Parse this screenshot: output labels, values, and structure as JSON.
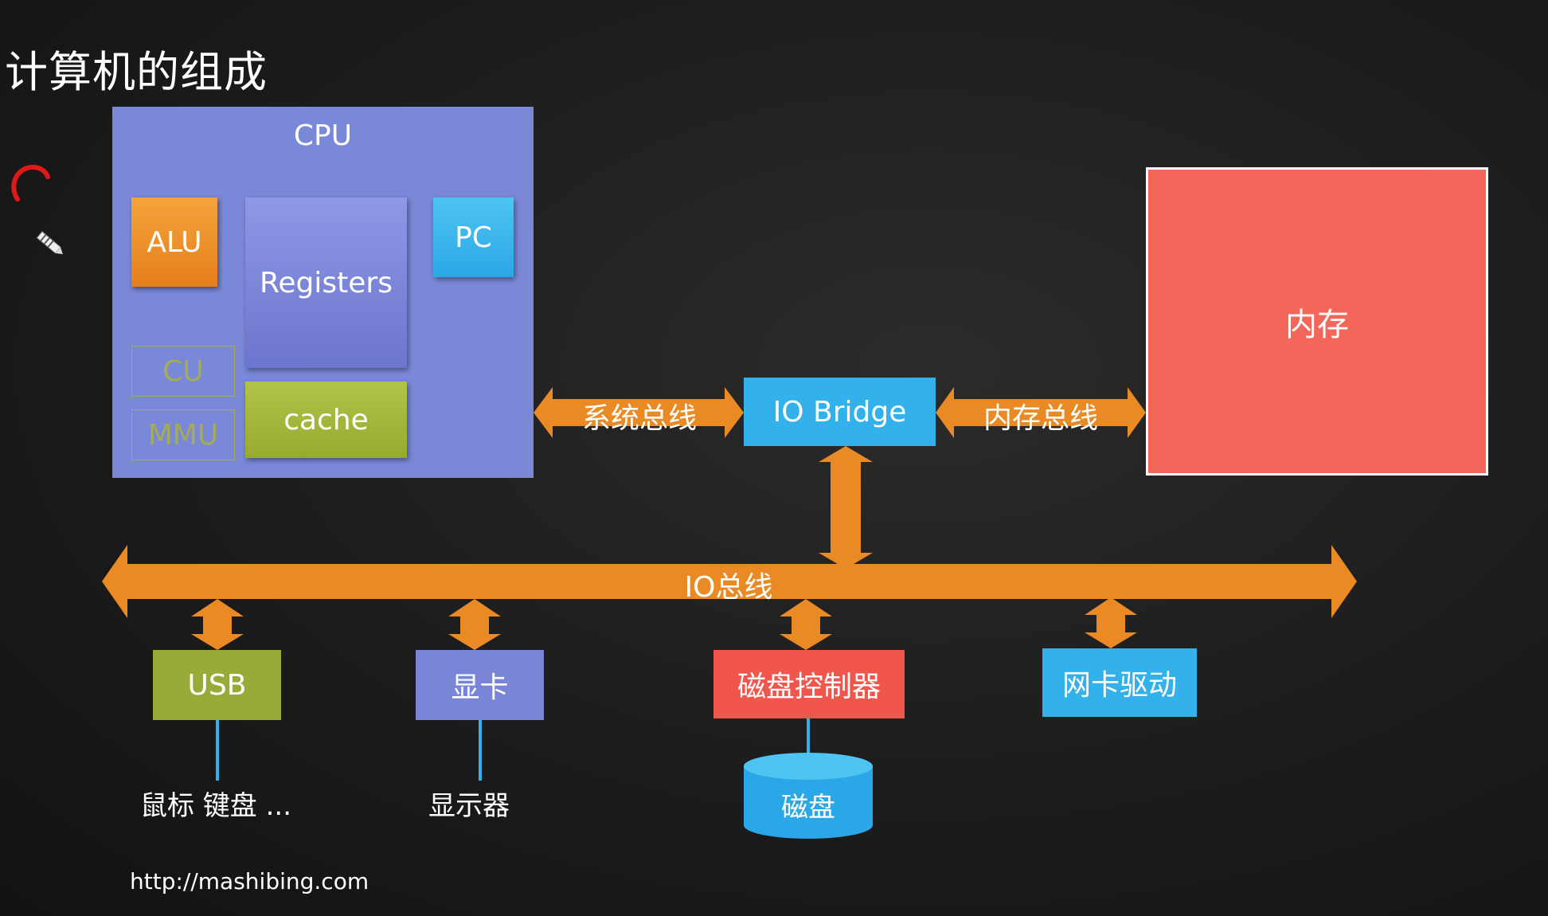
{
  "title": "计算机的组成",
  "cpu": {
    "label": "CPU",
    "alu": "ALU",
    "registers": "Registers",
    "pc": "PC",
    "cu": "CU",
    "mmu": "MMU",
    "cache": "cache"
  },
  "buses": {
    "system_bus": "系统总线",
    "memory_bus": "内存总线",
    "io_bus": "IO总线"
  },
  "io_bridge": "IO Bridge",
  "memory": "内存",
  "devices": {
    "usb": "USB",
    "gpu": "显卡",
    "disk_controller": "磁盘控制器",
    "nic": "网卡驱动"
  },
  "peripherals": {
    "input": "鼠标 键盘 ...",
    "display": "显示器",
    "disk": "磁盘"
  },
  "footer_url": "http://mashibing.com",
  "colors": {
    "bus_orange": "#e98a24",
    "cpu_blue": "#7a88d8",
    "memory_red": "#f3665a",
    "bridge_blue": "#33b1ea",
    "usb_green": "#9aaa38",
    "disk_red": "#f0564c"
  }
}
